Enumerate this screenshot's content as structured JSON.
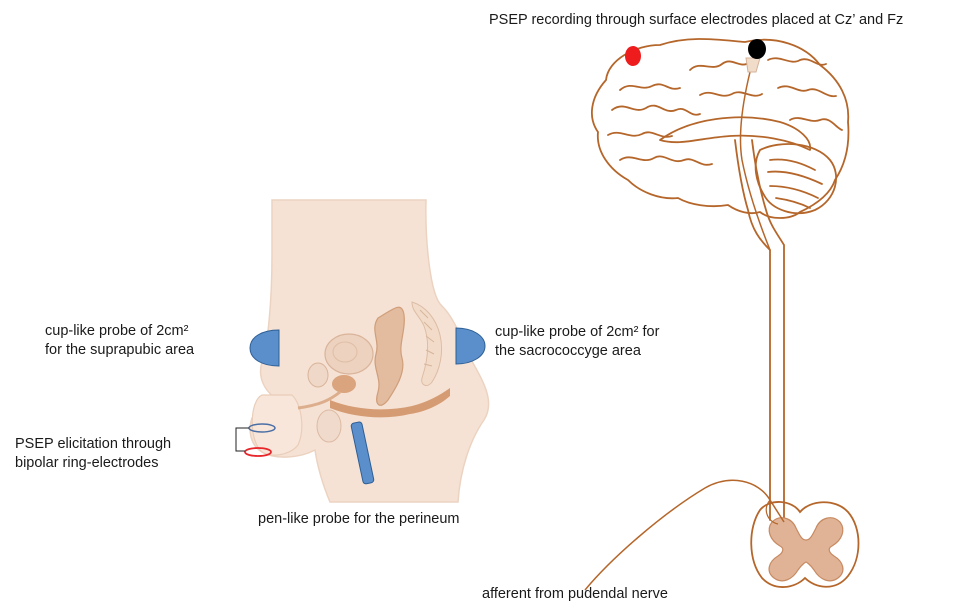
{
  "labels": {
    "recording": "PSEP recording through surface electrodes placed at Cz’ and Fz",
    "suprapubic": [
      "cup-like probe of 2cm²",
      "for the suprapubic area"
    ],
    "sacrococcyge": [
      "cup-like probe of 2cm² for",
      "the sacrococcyge area"
    ],
    "elicitation": [
      "PSEP elicitation through",
      "bipolar ring-electrodes"
    ],
    "perineum": "pen-like probe for the perineum",
    "afferent": "afferent from pudendal nerve"
  },
  "colors": {
    "skin": "#f6e2d4",
    "skin_outline": "#eacfbd",
    "organ": "#e7c6ad",
    "organ_dark": "#d9a47e",
    "brain_line": "#b5662a",
    "probe_blue": "#5b8fcc",
    "probe_blue_dark": "#2e5f95",
    "electrode_red": "#ee1c1c",
    "electrode_black": "#000000",
    "ring_red": "#e8262a",
    "ring_blue": "#4a6fa5"
  },
  "icons": {
    "brain": "brain-icon",
    "spinal_cord": "spinal-cord-icon",
    "pelvis": "pelvis-cross-section-icon"
  }
}
